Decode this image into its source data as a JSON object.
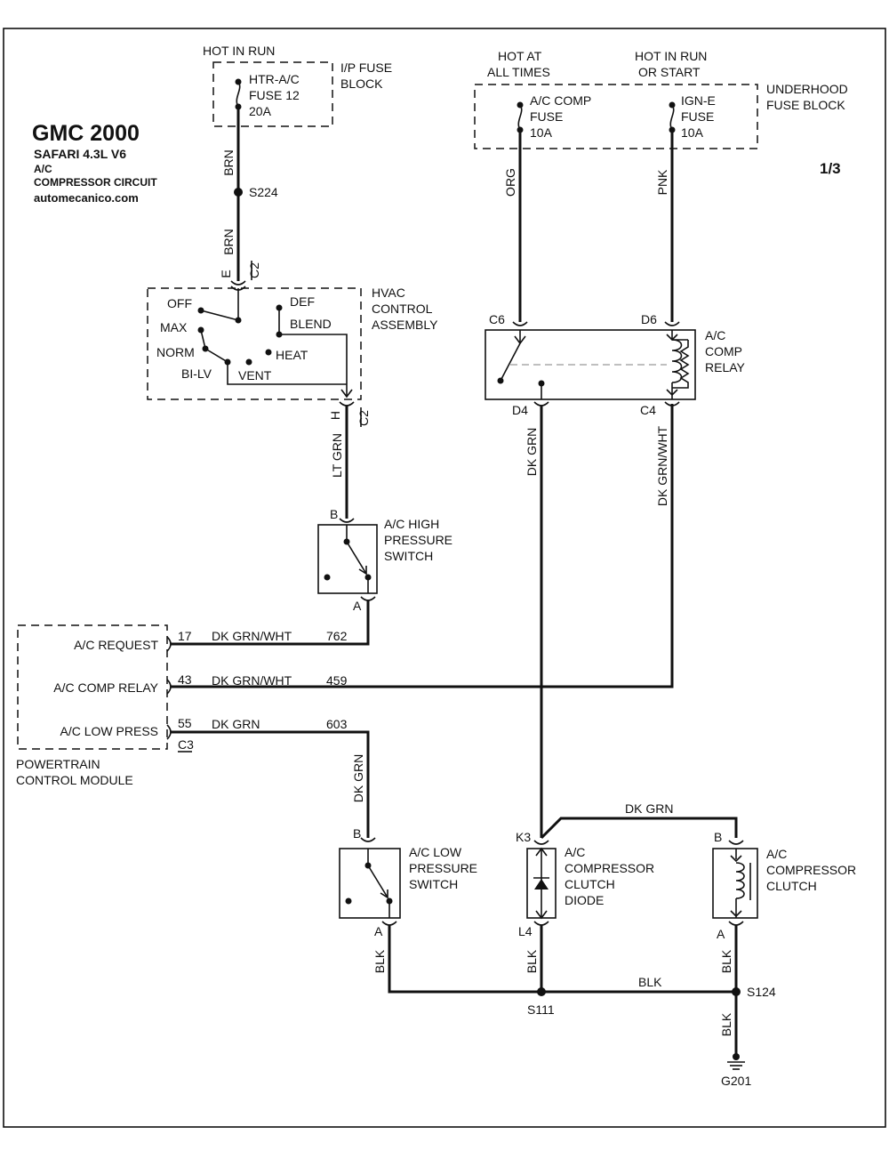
{
  "title": {
    "make_year": "GMC 2000",
    "model": "SAFARI  4.3L  V6",
    "system_line1": "A/C",
    "system_line2": "COMPRESSOR CIRCUIT",
    "website": "automecanico.com"
  },
  "page_number": "1/3",
  "power": {
    "hot_in_run": "HOT IN RUN",
    "hot_at_all_times_1": "HOT AT",
    "hot_at_all_times_2": "ALL TIMES",
    "hot_in_run_start_1": "HOT IN RUN",
    "hot_in_run_start_2": "OR START"
  },
  "fuse_blocks": {
    "ip_1": "I/P FUSE",
    "ip_2": "BLOCK",
    "underhood_1": "UNDERHOOD",
    "underhood_2": "FUSE BLOCK"
  },
  "fuses": {
    "htr_1": "HTR-A/C",
    "htr_2": "FUSE 12",
    "htr_3": "20A",
    "accomp_1": "A/C COMP",
    "accomp_2": "FUSE",
    "accomp_3": "10A",
    "igne_1": "IGN-E",
    "igne_2": "FUSE",
    "igne_3": "10A"
  },
  "wires": {
    "brn": "BRN",
    "org": "ORG",
    "pnk": "PNK",
    "lt_grn": "LT GRN",
    "dk_grn": "DK GRN",
    "dk_grn_wht": "DK GRN/WHT",
    "blk": "BLK",
    "circuit_762": "762",
    "circuit_459": "459",
    "circuit_603": "603"
  },
  "splices": {
    "s224": "S224",
    "s111": "S111",
    "s124": "S124",
    "g201": "G201"
  },
  "hvac": {
    "name_1": "HVAC",
    "name_2": "CONTROL",
    "name_3": "ASSEMBLY",
    "off": "OFF",
    "max": "MAX",
    "norm": "NORM",
    "bilv": "BI-LV",
    "vent": "VENT",
    "heat": "HEAT",
    "def": "DEF",
    "blend": "BLEND",
    "pin_e": "E",
    "pin_h": "H",
    "conn_c2": "C2"
  },
  "relay": {
    "name_1": "A/C",
    "name_2": "COMP",
    "name_3": "RELAY",
    "c6": "C6",
    "d6": "D6",
    "d4": "D4",
    "c4": "C4"
  },
  "high_pressure_switch": {
    "name_1": "A/C HIGH",
    "name_2": "PRESSURE",
    "name_3": "SWITCH",
    "pin_b": "B",
    "pin_a": "A"
  },
  "low_pressure_switch": {
    "name_1": "A/C LOW",
    "name_2": "PRESSURE",
    "name_3": "SWITCH",
    "pin_b": "B",
    "pin_a": "A"
  },
  "pcm": {
    "ac_request": "A/C REQUEST",
    "ac_comp_relay": "A/C COMP RELAY",
    "ac_low_press": "A/C LOW PRESS",
    "pin_17": "17",
    "pin_43": "43",
    "pin_55": "55",
    "conn_c3": "C3",
    "name_1": "POWERTRAIN",
    "name_2": "CONTROL MODULE"
  },
  "diode": {
    "name_1": "A/C",
    "name_2": "COMPRESSOR",
    "name_3": "CLUTCH",
    "name_4": "DIODE",
    "k3": "K3",
    "l4": "L4"
  },
  "clutch": {
    "name_1": "A/C",
    "name_2": "COMPRESSOR",
    "name_3": "CLUTCH",
    "pin_b": "B",
    "pin_a": "A"
  }
}
